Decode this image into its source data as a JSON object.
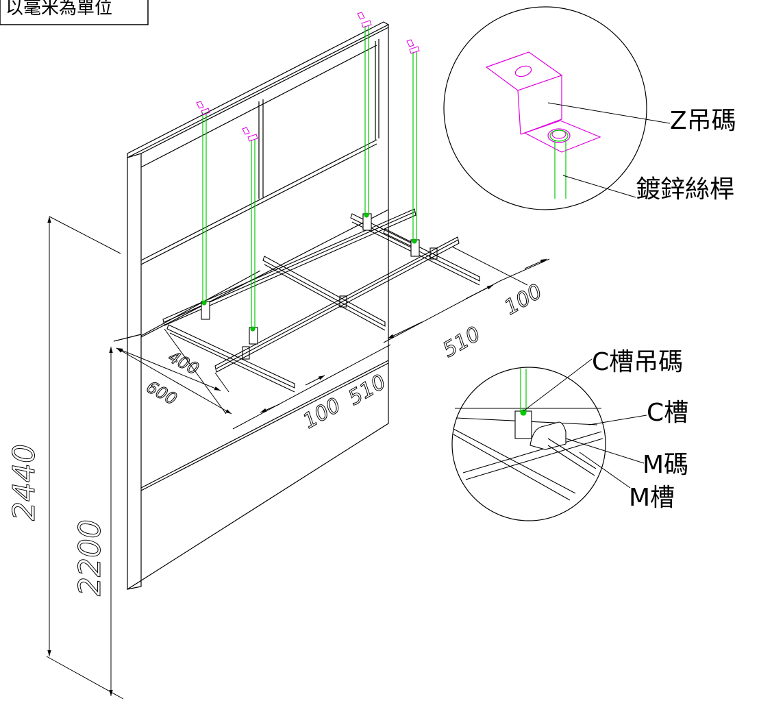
{
  "title_note": "以毫米為單位",
  "dimensions": {
    "height_total": "2440",
    "height_ceiling": "2200",
    "d400": "400",
    "d600": "600",
    "d100_front": "100",
    "d510_front": "510",
    "d510_back": "510",
    "d100_back": "100"
  },
  "callouts": {
    "z_hanger": "Z吊碼",
    "threaded_rod": "鍍鋅絲桿",
    "c_channel_hanger": "C槽吊碼",
    "c_channel": "C槽",
    "m_clip": "M碼",
    "m_channel": "M槽"
  },
  "colors": {
    "outline": "#000000",
    "rod": "#00cc00",
    "hanger": "#e000e0"
  }
}
